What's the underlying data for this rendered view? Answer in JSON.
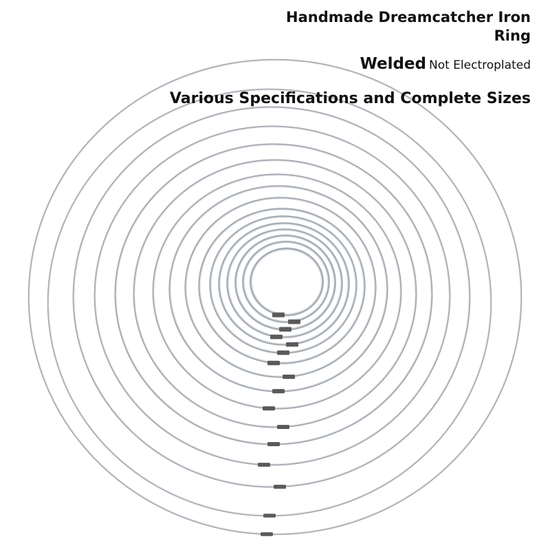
{
  "title": {
    "line1": "Handmade Dreamcatcher Iron",
    "line2": "Ring"
  },
  "tagline": {
    "emphasis": "Welded",
    "rest": "Not Electroplated"
  },
  "subtitle": "Various Specifications and Complete Sizes",
  "colors": {
    "background": "#ffffff",
    "text": "#111111",
    "ring_metal": "#a7adb3",
    "ring_weld": "#5a5a5a"
  }
}
